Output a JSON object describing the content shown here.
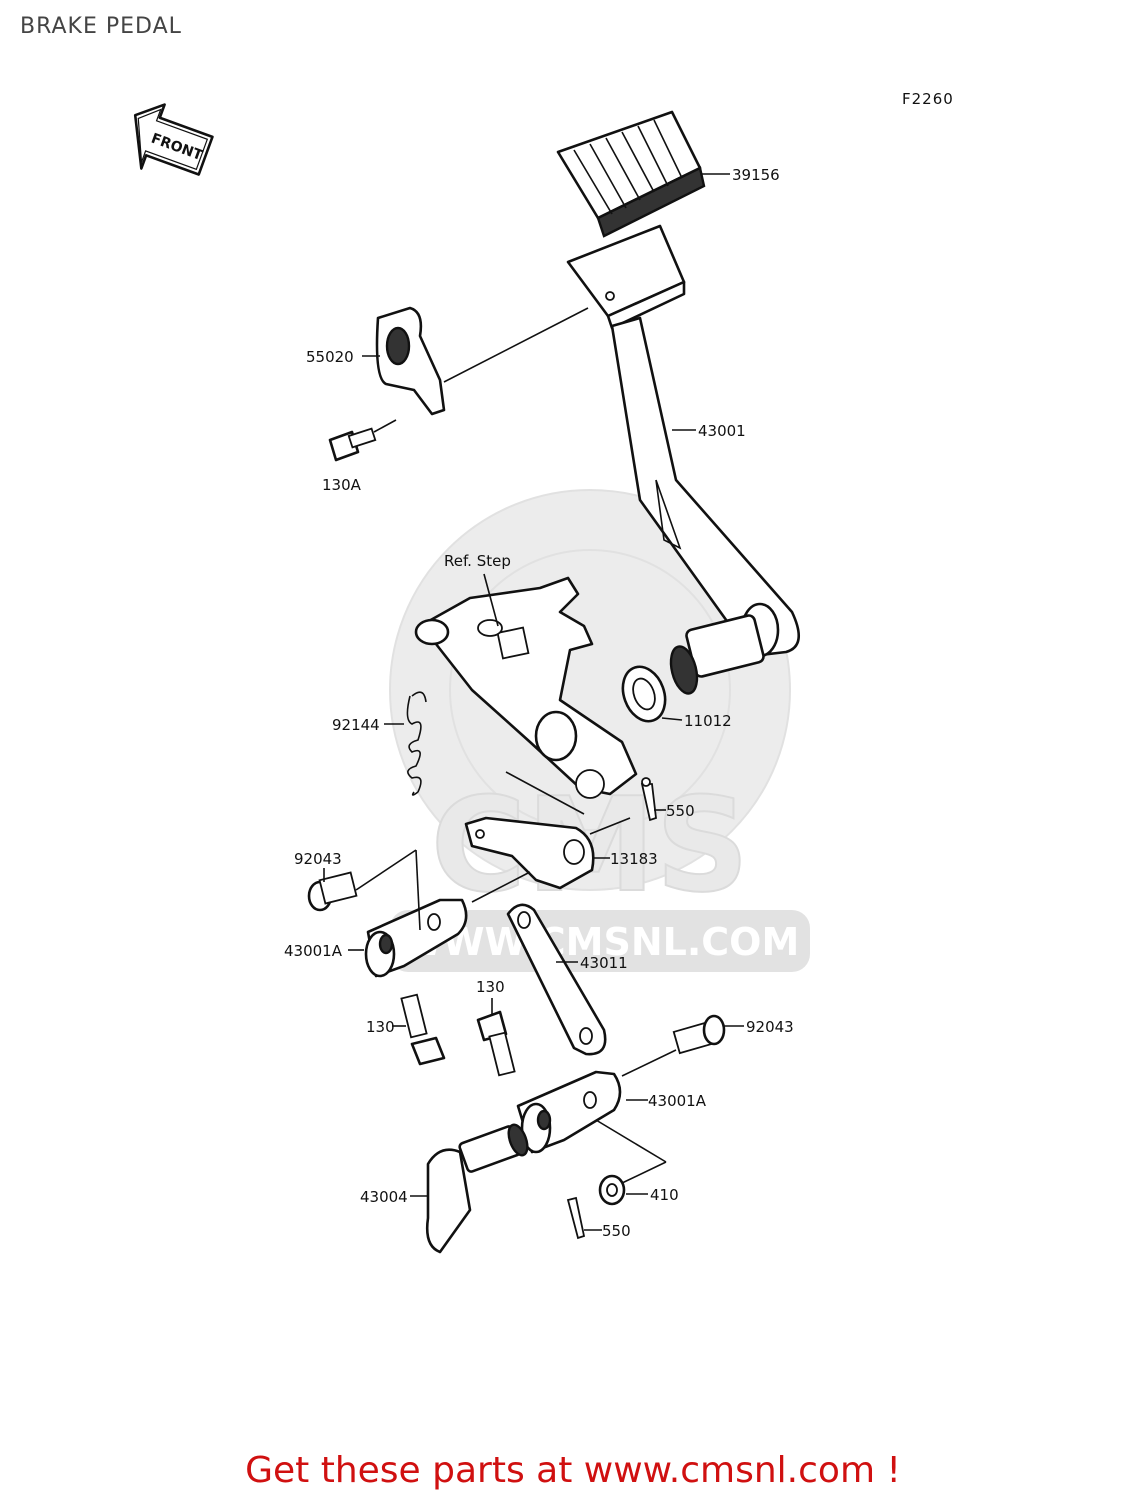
{
  "title": "BRAKE PEDAL",
  "figure_code": "F2260",
  "front_arrow": "FRONT",
  "watermark": {
    "name": "CMS",
    "url": "WWW.CMSNL.COM"
  },
  "footer": "Get these parts at www.cmsnl.com !",
  "colors": {
    "footer_text": "#d01010",
    "title_text": "#444444",
    "line": "#111111",
    "watermark": "#e0e0e0"
  },
  "parts": {
    "p39156": "39156",
    "p55020": "55020",
    "p130A": "130A",
    "p43001": "43001",
    "ref_step": "Ref. Step",
    "p92144": "92144",
    "p11012": "11012",
    "p550a": "550",
    "p13183": "13183",
    "p92043a": "92043",
    "p43001Aa": "43001A",
    "p43011": "43011",
    "p130a": "130",
    "p130b": "130",
    "p92043b": "92043",
    "p43001Ab": "43001A",
    "p43004": "43004",
    "p410": "410",
    "p550b": "550"
  }
}
